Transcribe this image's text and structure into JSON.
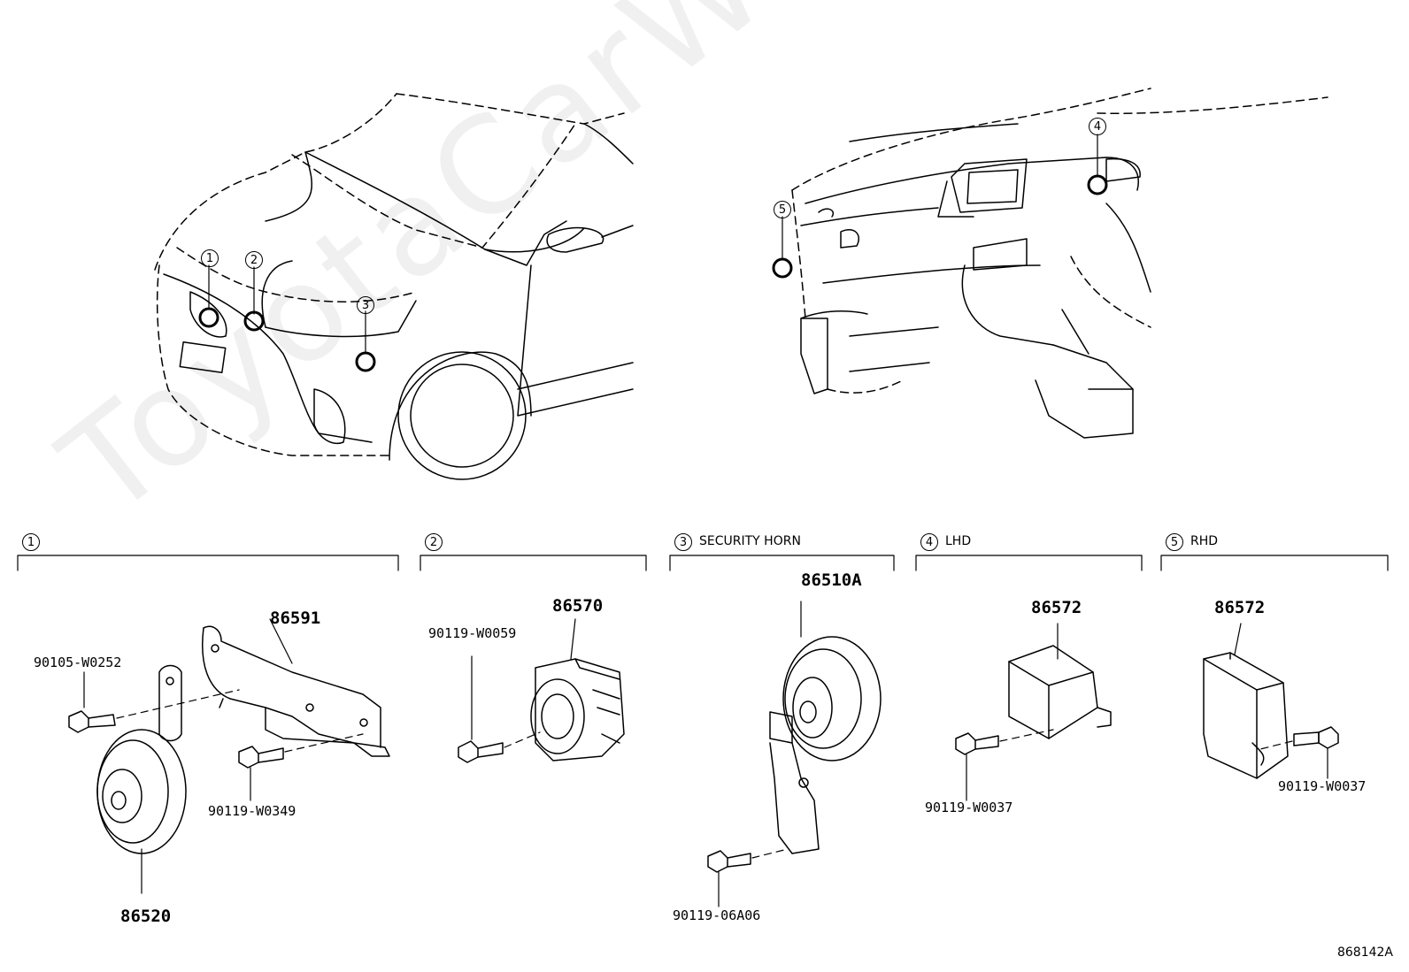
{
  "watermark": "ToyotaCarWiki.ru",
  "diagram_code": "868142A",
  "overview_markers": [
    "1",
    "2",
    "3",
    "4",
    "5"
  ],
  "sections": [
    {
      "num": "1",
      "title": "",
      "parts": [
        "86591",
        "90105-W0252",
        "90119-W0349",
        "86520"
      ]
    },
    {
      "num": "2",
      "title": "",
      "parts": [
        "86570",
        "90119-W0059"
      ]
    },
    {
      "num": "3",
      "title": "SECURITY HORN",
      "parts": [
        "86510A",
        "90119-06A06"
      ]
    },
    {
      "num": "4",
      "title": "LHD",
      "parts": [
        "86572",
        "90119-W0037"
      ]
    },
    {
      "num": "5",
      "title": "RHD",
      "parts": [
        "86572",
        "90119-W0037"
      ]
    }
  ]
}
